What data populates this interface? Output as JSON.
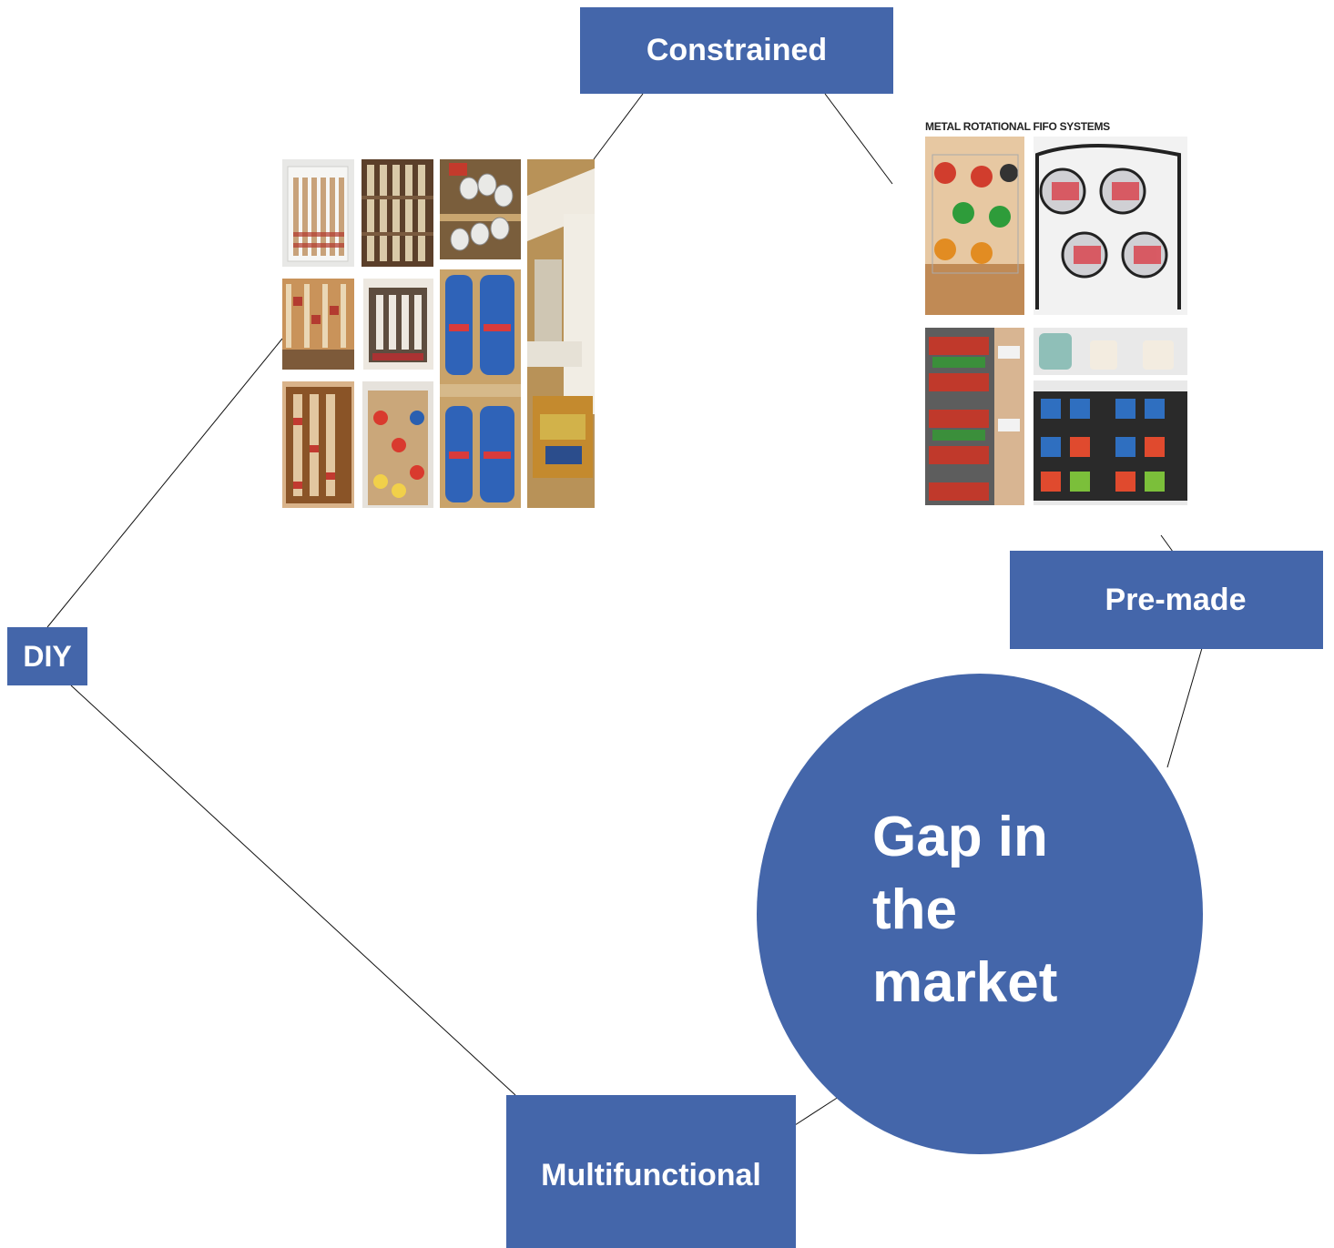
{
  "nodes": {
    "constrained": "Constrained",
    "premade": "Pre-made",
    "diy": "DIY",
    "multifunctional": "Multifunctional"
  },
  "center": {
    "line1": "Gap in",
    "line2": "the",
    "line3": "market"
  },
  "premade_caption": "METAL ROTATIONAL FIFO SYSTEMS",
  "colors": {
    "node_fill": "#4466aa",
    "text": "#ffffff",
    "connector": "#111111"
  }
}
